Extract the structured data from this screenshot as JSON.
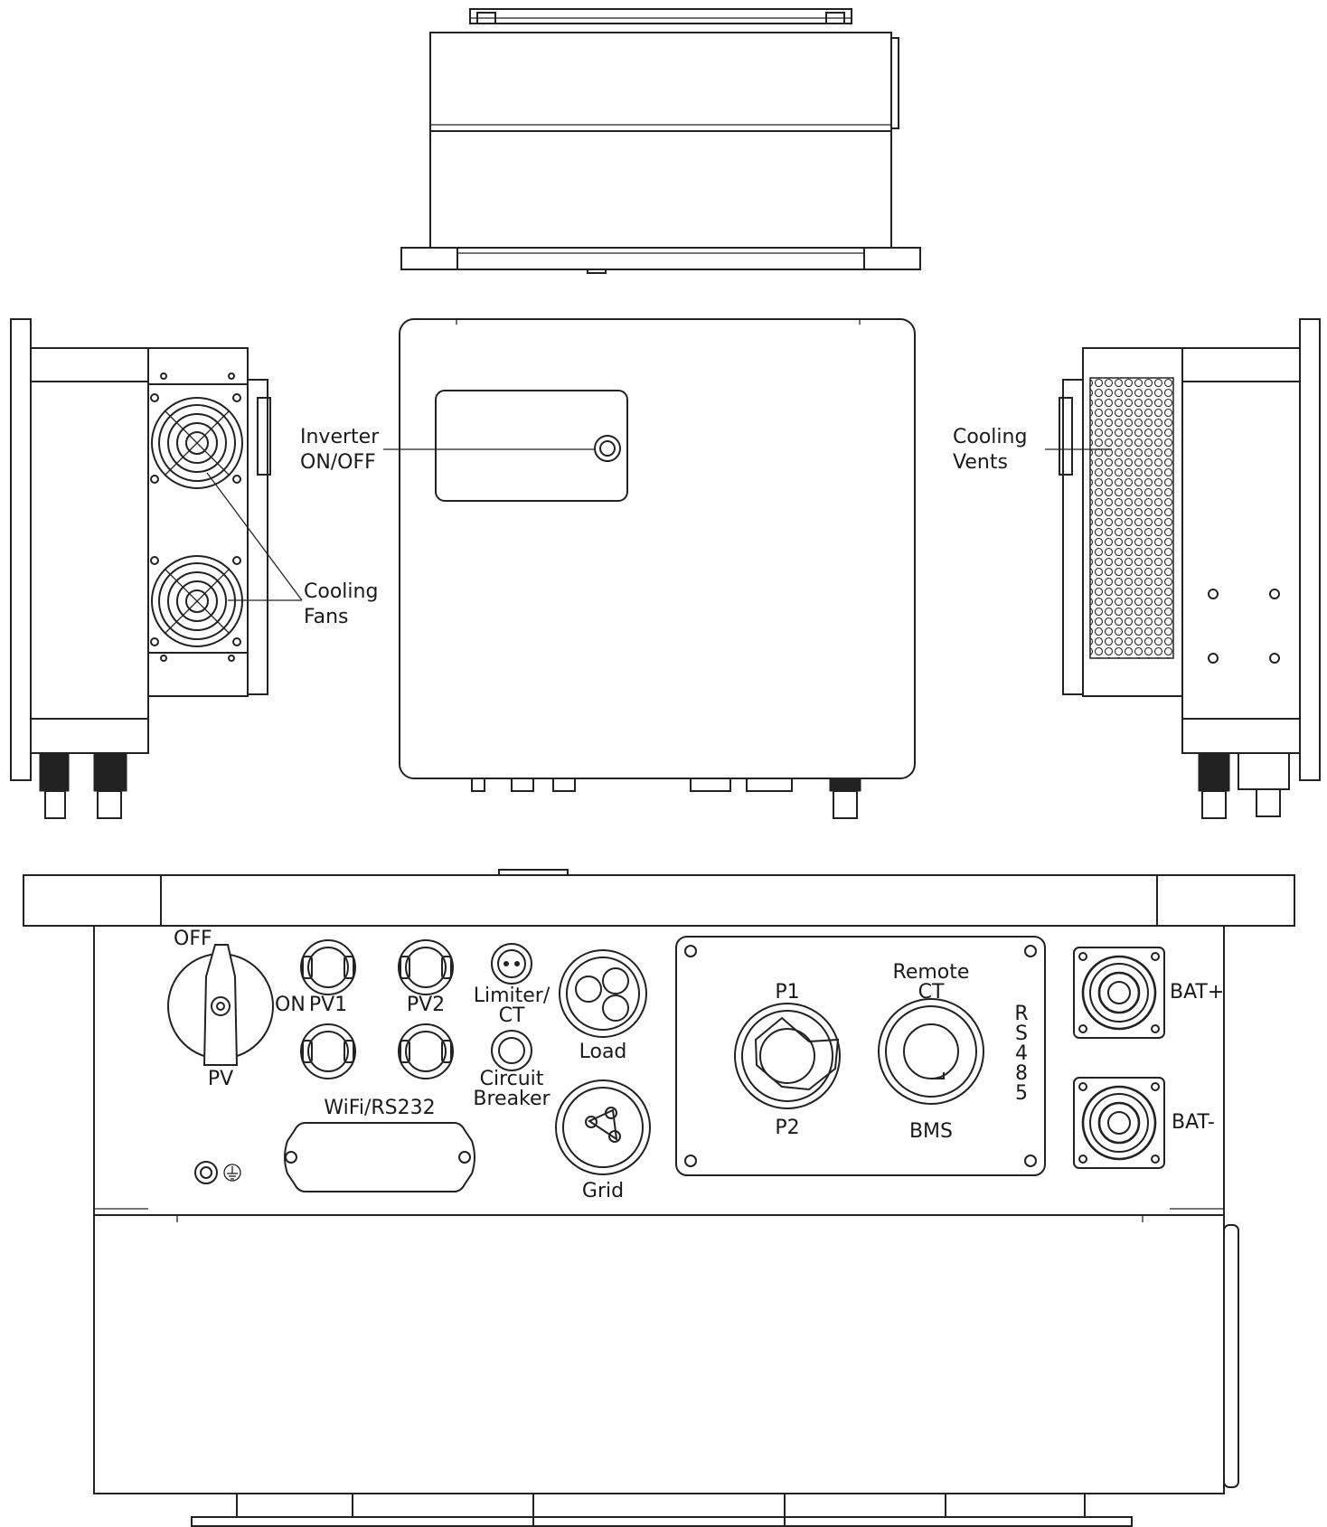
{
  "labels": {
    "inverter_line1": "Inverter",
    "inverter_line2": "ON/OFF",
    "cooling_fans_line1": "Cooling",
    "cooling_fans_line2": "Fans",
    "cooling_vents_line1": "Cooling",
    "cooling_vents_line2": "Vents",
    "off": "OFF",
    "on": "ON",
    "pv": "PV",
    "pv1": "PV1",
    "pv2": "PV2",
    "limiter_line1": "Limiter/",
    "limiter_line2": "CT",
    "circuit_line1": "Circuit",
    "circuit_line2": "Breaker",
    "load": "Load",
    "grid": "Grid",
    "wifi": "WiFi/RS232",
    "p1": "P1",
    "p2": "P2",
    "remote_line1": "Remote",
    "remote_line2": "CT",
    "bms": "BMS",
    "rs485_r": "R",
    "rs485_s": "S",
    "rs485_4": "4",
    "rs485_8": "8",
    "rs485_5": "5",
    "bat_plus": "BAT+",
    "bat_minus": "BAT-"
  },
  "colors": {
    "line": "#222222",
    "background": "#ffffff"
  },
  "icons": {
    "ground": "ground-icon"
  }
}
